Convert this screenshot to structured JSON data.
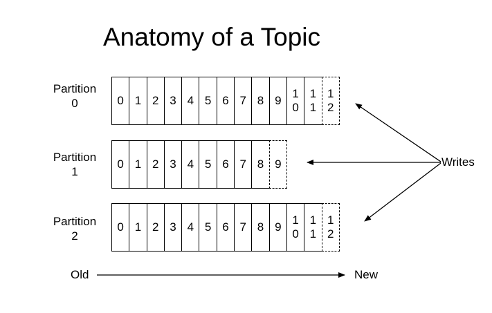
{
  "title": "Anatomy of a Topic",
  "partitions": [
    {
      "label_line1": "Partition",
      "label_line2": "0",
      "offsets": [
        "0",
        "1",
        "2",
        "3",
        "4",
        "5",
        "6",
        "7",
        "8",
        "9",
        "10",
        "11",
        "12"
      ],
      "pending_offset": "12"
    },
    {
      "label_line1": "Partition",
      "label_line2": "1",
      "offsets": [
        "0",
        "1",
        "2",
        "3",
        "4",
        "5",
        "6",
        "7",
        "8",
        "9"
      ],
      "pending_offset": "9"
    },
    {
      "label_line1": "Partition",
      "label_line2": "2",
      "offsets": [
        "0",
        "1",
        "2",
        "3",
        "4",
        "5",
        "6",
        "7",
        "8",
        "9",
        "10",
        "11",
        "12"
      ],
      "pending_offset": "12"
    }
  ],
  "writes_label": "Writes",
  "old_label": "Old",
  "new_label": "New"
}
